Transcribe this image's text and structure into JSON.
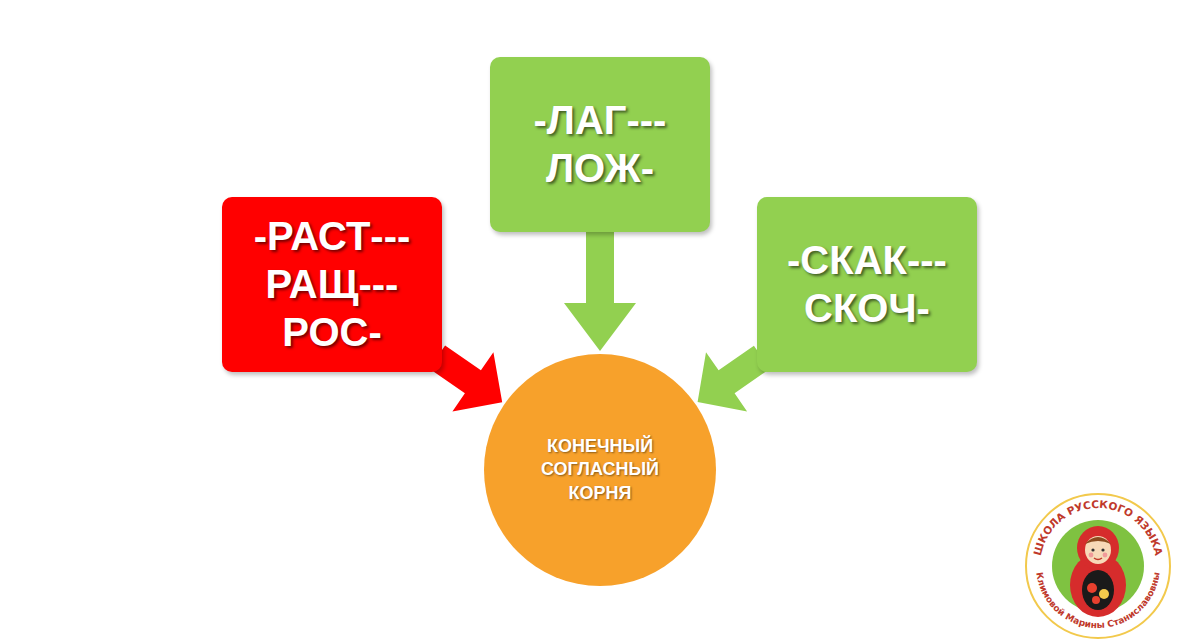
{
  "diagram": {
    "nodes": [
      {
        "text": [
          "-ЛАГ--- ЛОЖ-"
        ]
      },
      {
        "text": [
          "-РАСТ--- РАЩ--- РОС-"
        ]
      },
      {
        "text": [
          "-СКАК--- СКОЧ-"
        ]
      },
      {
        "text": [
          "КОНЕЧНЫЙ СОГЛАСНЫЙ КОРНЯ"
        ]
      }
    ],
    "edges": [
      {
        "from": 1,
        "to": 3,
        "arrow": "to"
      },
      {
        "from": 0,
        "to": 3,
        "arrow": "to"
      },
      {
        "from": 2,
        "to": 3,
        "arrow": "to"
      }
    ],
    "labels": [
      "ШКОЛА РУССКОГО ЯЗЫКА",
      "Климовой Марины Станиславовны"
    ]
  }
}
